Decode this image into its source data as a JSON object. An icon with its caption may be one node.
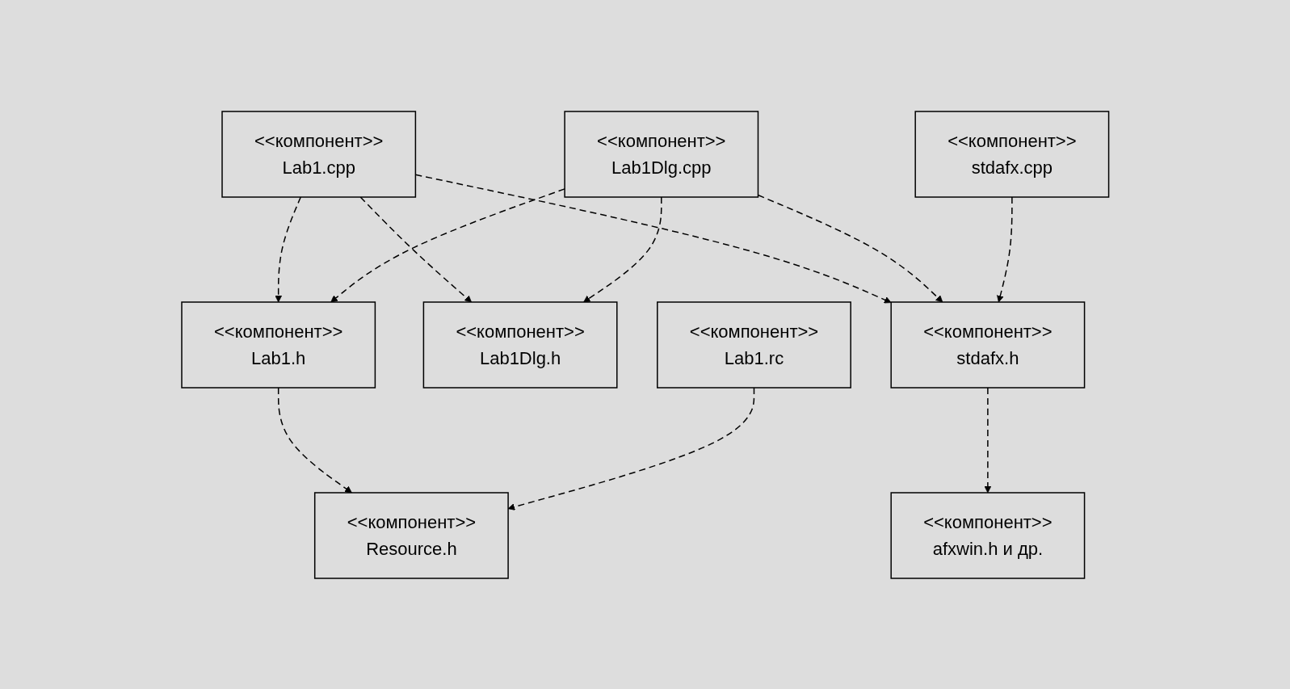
{
  "diagram": {
    "nodes": [
      {
        "text": [
          "<<компонент>>",
          "Lab1.cpp"
        ]
      },
      {
        "text": [
          "<<компонент>>",
          "Lab1Dlg.cpp"
        ]
      },
      {
        "text": [
          "<<компонент>>",
          "stdafx.cpp"
        ]
      },
      {
        "text": [
          "<<компонент>>",
          "afxwin.h и др."
        ]
      },
      {
        "text": [
          "<<компонент>>",
          "Lab1.h"
        ]
      },
      {
        "text": [
          "<<компонент>>",
          "Lab1Dlg.h"
        ]
      },
      {
        "text": [
          "<<компонент>>",
          "stdafx.h"
        ]
      },
      {
        "text": [
          "<<компонент>>",
          "Resource.h"
        ]
      },
      {
        "text": [
          "<<компонент>>",
          "Lab1.rc"
        ]
      }
    ],
    "edges": [
      {
        "from": 0,
        "to": 4,
        "arrow": "to",
        "style": "dashed"
      },
      {
        "from": 0,
        "to": 5,
        "arrow": "to",
        "style": "dashed"
      },
      {
        "from": 0,
        "to": 6,
        "arrow": "to",
        "style": "dashed"
      },
      {
        "from": 1,
        "to": 4,
        "arrow": "to",
        "style": "dashed"
      },
      {
        "from": 1,
        "to": 5,
        "arrow": "to",
        "style": "dashed"
      },
      {
        "from": 1,
        "to": 6,
        "arrow": "to",
        "style": "dashed"
      },
      {
        "from": 2,
        "to": 6,
        "arrow": "to",
        "style": "dashed"
      },
      {
        "from": 6,
        "to": 3,
        "arrow": "to",
        "style": "dashed"
      },
      {
        "from": 4,
        "to": 7,
        "arrow": "to",
        "style": "dashed"
      },
      {
        "from": 8,
        "to": 7,
        "arrow": "to",
        "style": "dashed"
      }
    ]
  }
}
